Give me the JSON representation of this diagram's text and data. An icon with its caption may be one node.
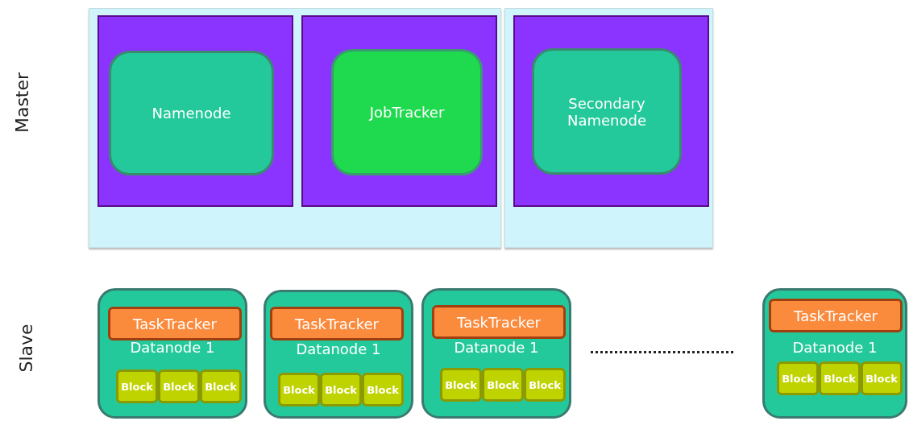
{
  "diagram": {
    "nodes": [
      {
        "text": [],
        "shape": "box"
      },
      {
        "text": [],
        "shape": "box"
      },
      {
        "text": [],
        "shape": "box",
        "in": 0
      },
      {
        "text": [
          "Namenode"
        ],
        "in": 2
      },
      {
        "text": [],
        "shape": "box",
        "in": 0
      },
      {
        "text": [
          "JobTracker"
        ],
        "in": 4
      },
      {
        "text": [],
        "shape": "box",
        "in": 1
      },
      {
        "text": [
          "Secondary Namenode"
        ],
        "in": 6
      },
      {
        "text": [
          "Datanode 1"
        ]
      },
      {
        "text": [
          "TaskTracker"
        ],
        "in": 8
      },
      {
        "text": [
          "Block"
        ],
        "in": 8
      },
      {
        "text": [
          "Block"
        ],
        "in": 8
      },
      {
        "text": [
          "Block"
        ],
        "in": 8
      },
      {
        "text": [
          "Datanode 1"
        ]
      },
      {
        "text": [
          "TaskTracker"
        ],
        "in": 13
      },
      {
        "text": [
          "Block"
        ],
        "in": 13
      },
      {
        "text": [
          "Block"
        ],
        "in": 13
      },
      {
        "text": [
          "Block"
        ],
        "in": 13
      },
      {
        "text": [
          "Datanode 1"
        ]
      },
      {
        "text": [
          "TaskTracker"
        ],
        "in": 18
      },
      {
        "text": [
          "Block"
        ],
        "in": 18
      },
      {
        "text": [
          "Block"
        ],
        "in": 18
      },
      {
        "text": [
          "Block"
        ],
        "in": 18
      },
      {
        "text": [
          "Datanode 1"
        ]
      },
      {
        "text": [
          "TaskTracker"
        ],
        "in": 23
      },
      {
        "text": [
          "Block"
        ],
        "in": 23
      },
      {
        "text": [
          "Block"
        ],
        "in": 23
      },
      {
        "text": [
          "Block"
        ],
        "in": 23
      }
    ],
    "edges": [],
    "labels": [
      "Master",
      "Slave"
    ]
  }
}
